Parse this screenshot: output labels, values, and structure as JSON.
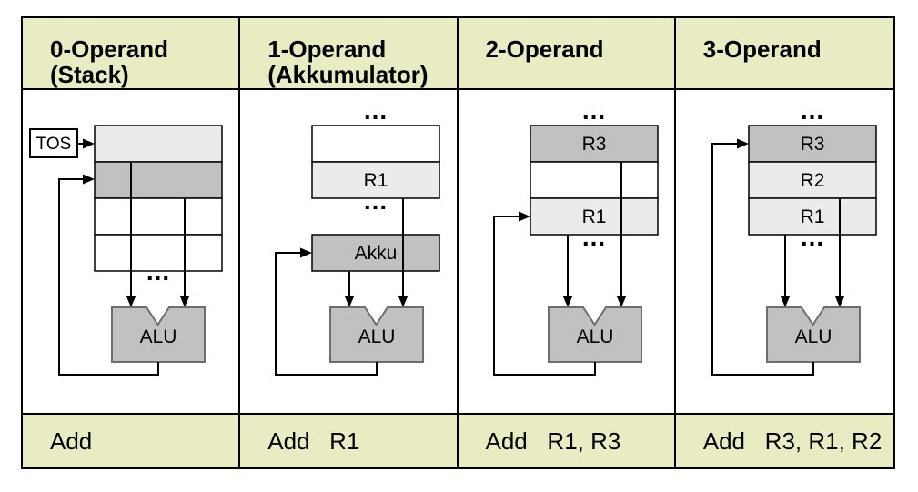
{
  "colors": {
    "header_bg": "#e9ebc3",
    "cell_white": "#ffffff",
    "cell_light": "#ebebeb",
    "cell_mid": "#c1c1c1",
    "alu_fill": "#c1c1c1",
    "alu_stroke": "#6e6e6e",
    "line": "#000000"
  },
  "table": {
    "dots": "...",
    "columns": [
      {
        "header": "0-Operand",
        "header_sub": "(Stack)",
        "instruction": "Add",
        "tos_label": "TOS",
        "alu_label": "ALU",
        "registers": [
          "",
          "",
          "",
          ""
        ]
      },
      {
        "header": "1-Operand",
        "header_sub": "(Akkumulator)",
        "instruction": "Add   R1",
        "akku_label": "Akku",
        "alu_label": "ALU",
        "registers": [
          "",
          "R1"
        ]
      },
      {
        "header": "2-Operand",
        "instruction": "Add   R1, R3",
        "alu_label": "ALU",
        "registers": [
          "R3",
          "",
          "R1"
        ]
      },
      {
        "header": "3-Operand",
        "instruction": "Add   R3, R1, R2",
        "alu_label": "ALU",
        "registers": [
          "R3",
          "R2",
          "R1"
        ]
      }
    ]
  }
}
